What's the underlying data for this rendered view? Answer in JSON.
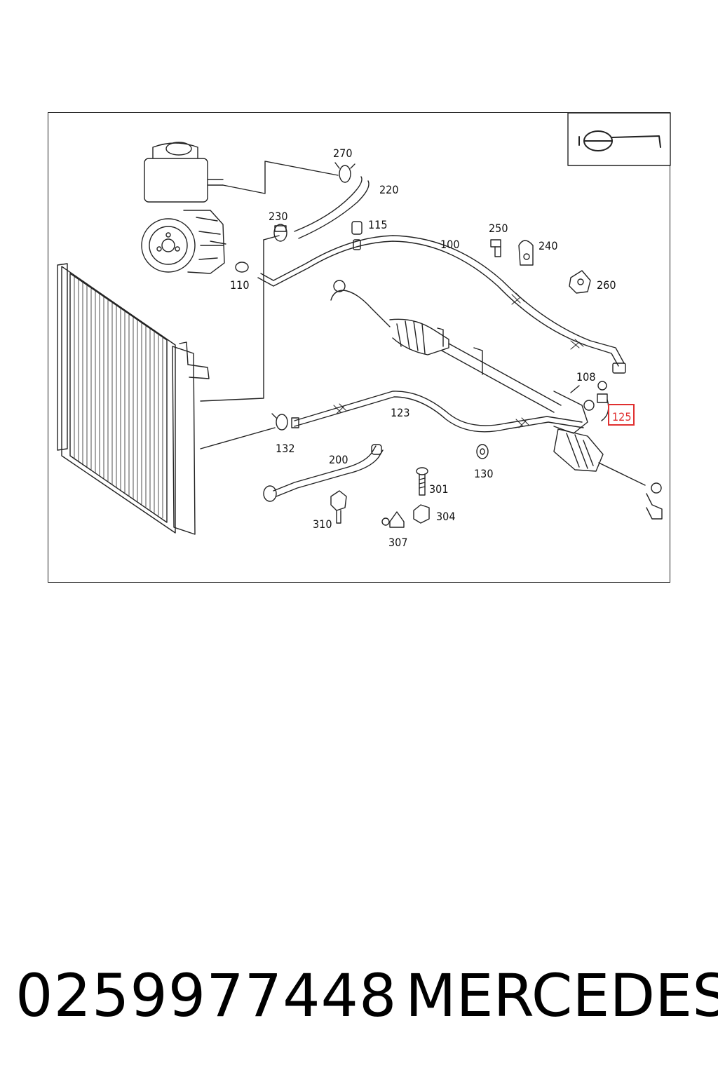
{
  "diagram": {
    "callouts": {
      "c270": "270",
      "c220": "220",
      "c230": "230",
      "c115": "115",
      "c110": "110",
      "c100": "100",
      "c250": "250",
      "c240": "240",
      "c260": "260",
      "c108": "108",
      "c125": "125",
      "c123": "123",
      "c132": "132",
      "c200": "200",
      "c130": "130",
      "c301": "301",
      "c310": "310",
      "c304": "304",
      "c307": "307"
    },
    "highlighted_callout": "125",
    "highlight_color": "#e03030",
    "icon": "steering-wheel-icon"
  },
  "caption": {
    "part_number": "0259977448",
    "brand": "MERCEDES"
  }
}
